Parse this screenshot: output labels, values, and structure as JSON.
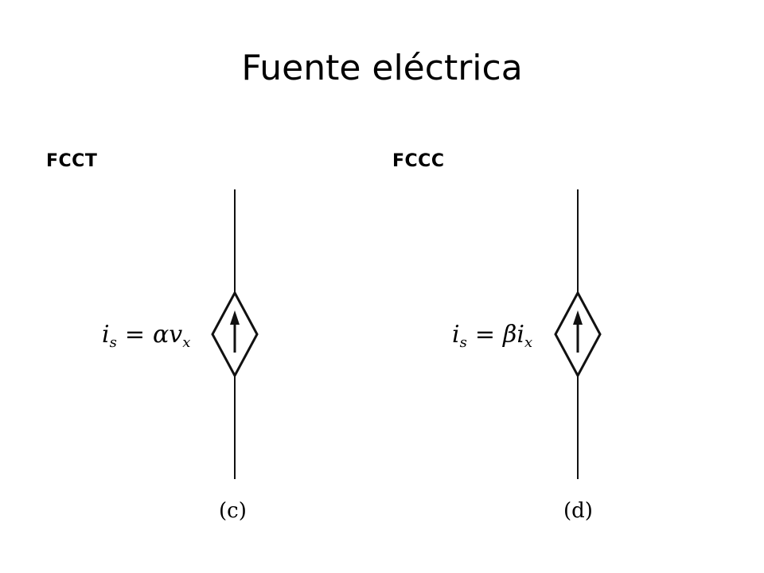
{
  "title": "Fuente eléctrica",
  "sources": [
    {
      "label": "FCCT",
      "equation": {
        "lhs": "i",
        "lhs_sub": "s",
        "op": "=",
        "coef": "α",
        "var": "v",
        "var_sub": "x"
      },
      "caption": "(c)"
    },
    {
      "label": "FCCC",
      "equation": {
        "lhs": "i",
        "lhs_sub": "s",
        "op": "=",
        "coef": "β",
        "var": "i",
        "var_sub": "x"
      },
      "caption": "(d)"
    }
  ]
}
